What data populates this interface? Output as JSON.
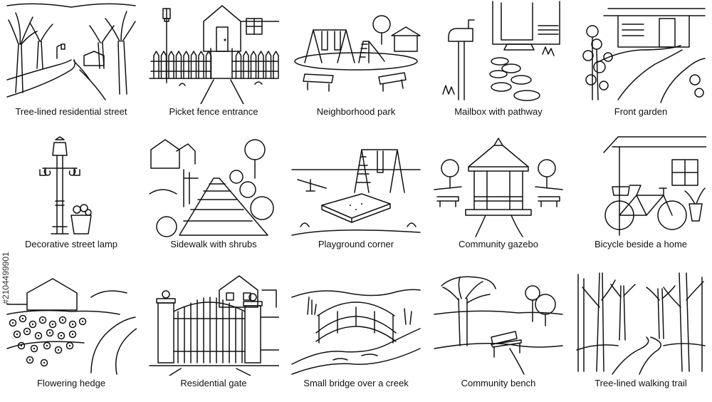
{
  "illustrations": [
    {
      "caption": "Tree-lined residential street",
      "icon": "tree-lined-street-icon"
    },
    {
      "caption": "Picket fence entrance",
      "icon": "picket-fence-icon"
    },
    {
      "caption": "Neighborhood park",
      "icon": "park-swings-icon"
    },
    {
      "caption": "Mailbox with pathway",
      "icon": "mailbox-icon"
    },
    {
      "caption": "Front garden",
      "icon": "front-garden-icon"
    },
    {
      "caption": "Decorative street lamp",
      "icon": "street-lamp-icon"
    },
    {
      "caption": "Sidewalk with shrubs",
      "icon": "sidewalk-icon"
    },
    {
      "caption": "Playground corner",
      "icon": "playground-icon"
    },
    {
      "caption": "Community gazebo",
      "icon": "gazebo-icon"
    },
    {
      "caption": "Bicycle beside a home",
      "icon": "bicycle-icon"
    },
    {
      "caption": "Flowering hedge",
      "icon": "flowering-hedge-icon"
    },
    {
      "caption": "Residential gate",
      "icon": "iron-gate-icon"
    },
    {
      "caption": "Small bridge over a creek",
      "icon": "bridge-icon"
    },
    {
      "caption": "Community bench",
      "icon": "bench-icon"
    },
    {
      "caption": "Tree-lined walking trail",
      "icon": "walking-trail-icon"
    }
  ],
  "watermark": {
    "stock_id": "#2104499901"
  }
}
